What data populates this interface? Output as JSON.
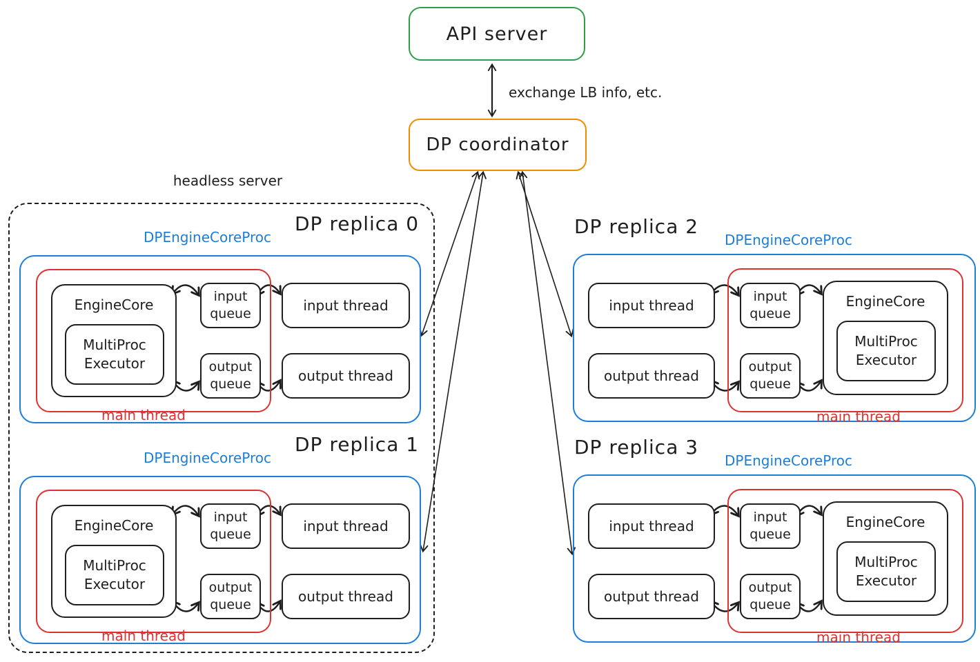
{
  "colors": {
    "green": "#2f9e44",
    "orange": "#f08c00",
    "blue": "#1c7ed6",
    "red": "#e03131",
    "ink": "#1e1e1e"
  },
  "api_server": {
    "label": "API server"
  },
  "coordinator": {
    "label": "DP coordinator"
  },
  "exchange_label": "exchange LB info, etc.",
  "headless_label": "headless server",
  "replicas": [
    {
      "title": "DP replica 0",
      "proc_label": "DPEngineCoreProc",
      "main_thread": "main thread",
      "engine_core": "EngineCore",
      "executor_line1": "MultiProc",
      "executor_line2": "Executor",
      "input_queue_line1": "input",
      "input_queue_line2": "queue",
      "output_queue_line1": "output",
      "output_queue_line2": "queue",
      "input_thread": "input thread",
      "output_thread": "output thread"
    },
    {
      "title": "DP replica 1",
      "proc_label": "DPEngineCoreProc",
      "main_thread": "main thread",
      "engine_core": "EngineCore",
      "executor_line1": "MultiProc",
      "executor_line2": "Executor",
      "input_queue_line1": "input",
      "input_queue_line2": "queue",
      "output_queue_line1": "output",
      "output_queue_line2": "queue",
      "input_thread": "input thread",
      "output_thread": "output thread"
    },
    {
      "title": "DP replica 2",
      "proc_label": "DPEngineCoreProc",
      "main_thread": "main thread",
      "engine_core": "EngineCore",
      "executor_line1": "MultiProc",
      "executor_line2": "Executor",
      "input_queue_line1": "input",
      "input_queue_line2": "queue",
      "output_queue_line1": "output",
      "output_queue_line2": "queue",
      "input_thread": "input thread",
      "output_thread": "output thread"
    },
    {
      "title": "DP replica 3",
      "proc_label": "DPEngineCoreProc",
      "main_thread": "main thread",
      "engine_core": "EngineCore",
      "executor_line1": "MultiProc",
      "executor_line2": "Executor",
      "input_queue_line1": "input",
      "input_queue_line2": "queue",
      "output_queue_line1": "output",
      "output_queue_line2": "queue",
      "input_thread": "input thread",
      "output_thread": "output thread"
    }
  ]
}
